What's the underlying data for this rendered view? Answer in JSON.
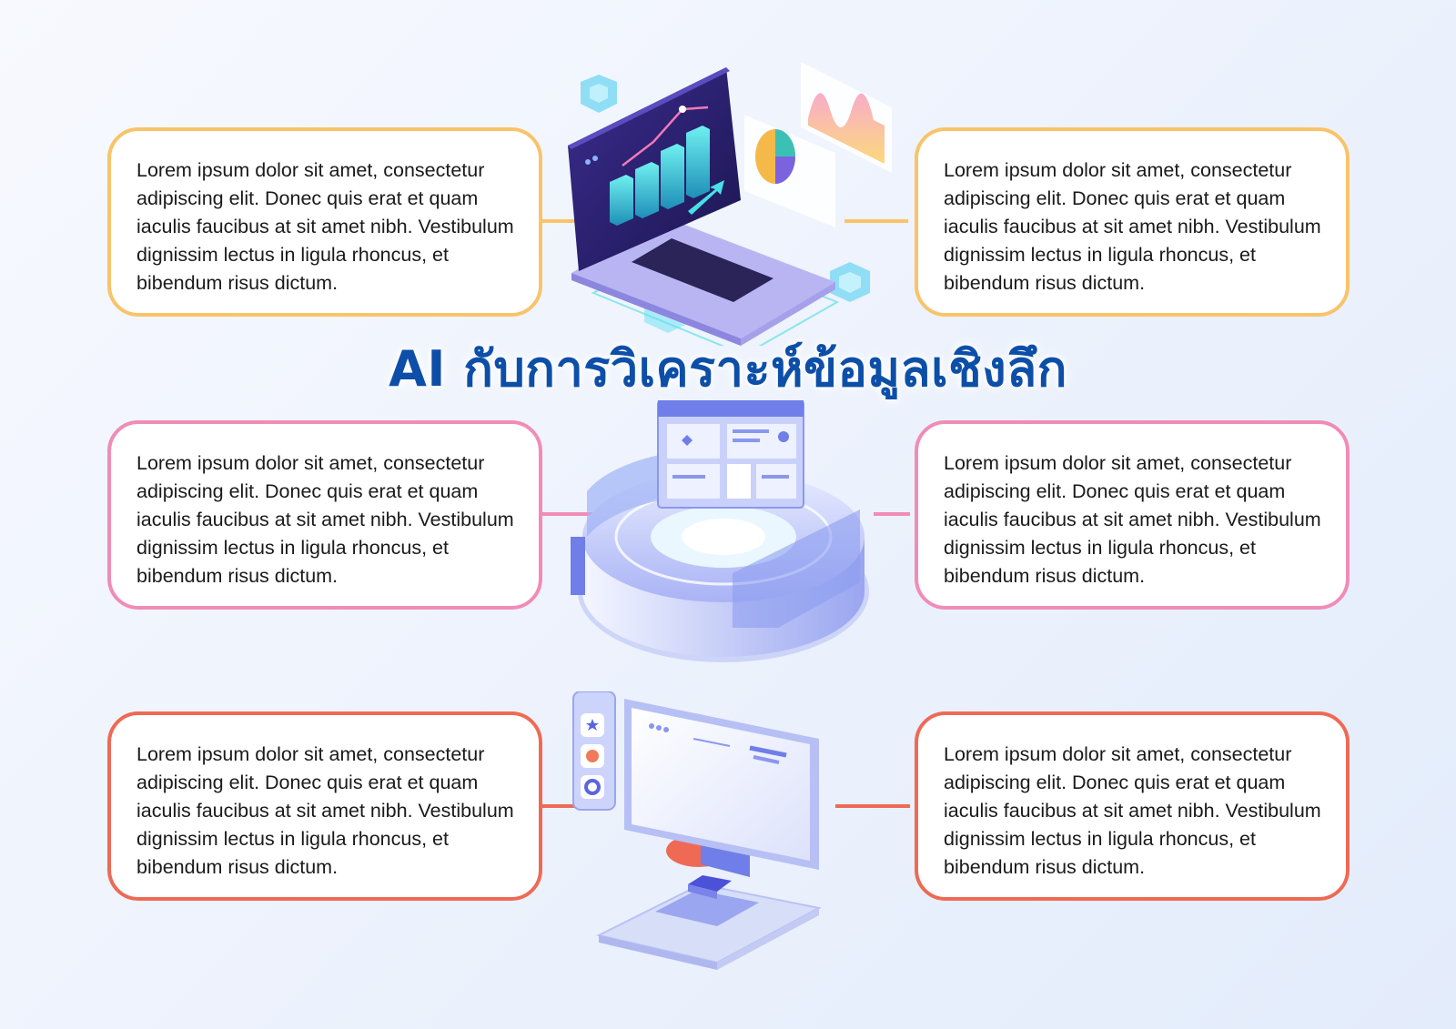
{
  "title": "AI กับการวิเคราะห์ข้อมูลเชิงลึก",
  "colors": {
    "row1": "#f9c36a",
    "row2": "#f08cb6",
    "row3": "#ee6a55",
    "title": "#0d4fa8"
  },
  "rows": [
    {
      "left_text": "Lorem ipsum dolor sit amet, consectetur adipiscing elit. Donec quis erat et quam iaculis faucibus at sit amet nibh. Vestibulum dignissim lectus in ligula rhoncus, et bibendum risus dictum.",
      "right_text": "Lorem ipsum dolor sit amet, consectetur adipiscing elit. Donec quis erat et quam iaculis faucibus at sit amet nibh. Vestibulum dignissim lectus in ligula rhoncus, et bibendum risus dictum.",
      "illustration": "laptop-analytics-icon"
    },
    {
      "left_text": "Lorem ipsum dolor sit amet, consectetur adipiscing elit. Donec quis erat et quam iaculis faucibus at sit amet nibh. Vestibulum dignissim lectus in ligula rhoncus, et bibendum risus dictum.",
      "right_text": "Lorem ipsum dolor sit amet, consectetur adipiscing elit. Donec quis erat et quam iaculis faucibus at sit amet nibh. Vestibulum dignissim lectus in ligula rhoncus, et bibendum risus dictum.",
      "illustration": "dashboard-platform-icon"
    },
    {
      "left_text": "Lorem ipsum dolor sit amet, consectetur adipiscing elit. Donec quis erat et quam iaculis faucibus at sit amet nibh. Vestibulum dignissim lectus in ligula rhoncus, et bibendum risus dictum.",
      "right_text": "Lorem ipsum dolor sit amet, consectetur adipiscing elit. Donec quis erat et quam iaculis faucibus at sit amet nibh. Vestibulum dignissim lectus in ligula rhoncus, et bibendum risus dictum.",
      "illustration": "monitor-chip-icon"
    }
  ]
}
